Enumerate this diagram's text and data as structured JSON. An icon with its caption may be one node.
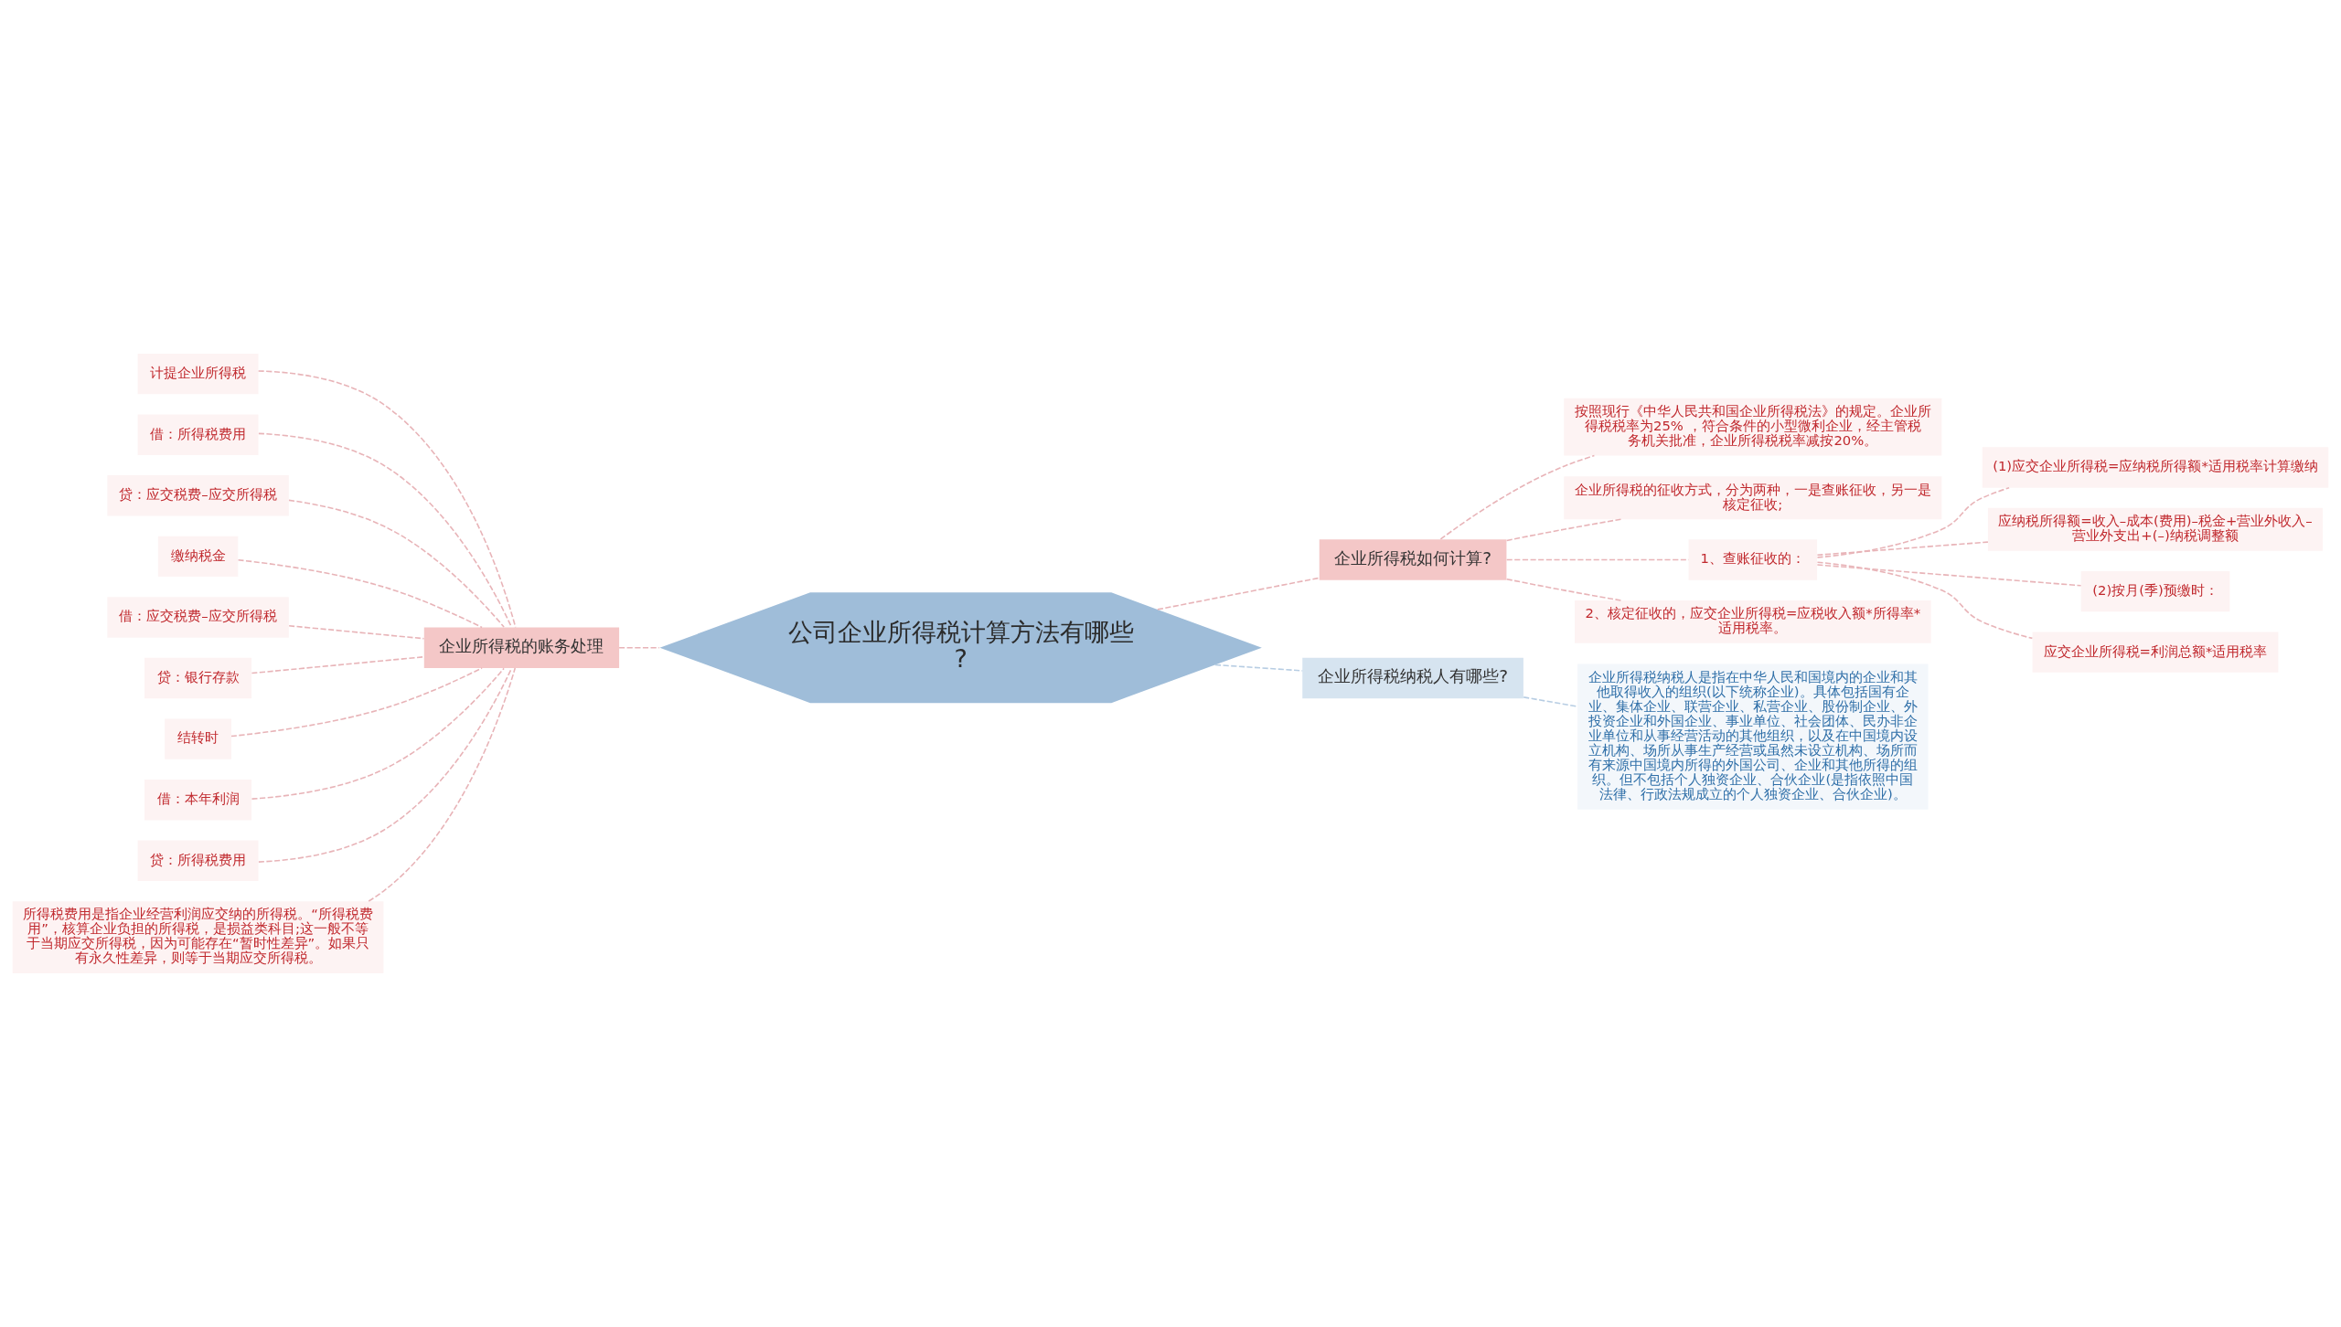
{
  "diagram": {
    "nodes": [
      {
        "text": [
          "公司企业所得税计算方法有哪些?"
        ]
      },
      {
        "text": [
          "企业所得税的账务处理"
        ]
      },
      {
        "text": [
          "计提企业所得税"
        ]
      },
      {
        "text": [
          "借：所得税费用"
        ]
      },
      {
        "text": [
          "贷：应交税费–应交所得税"
        ]
      },
      {
        "text": [
          "缴纳税金"
        ]
      },
      {
        "text": [
          "借：应交税费–应交所得税"
        ]
      },
      {
        "text": [
          "贷：银行存款"
        ]
      },
      {
        "text": [
          "结转时"
        ]
      },
      {
        "text": [
          "借：本年利润"
        ]
      },
      {
        "text": [
          "贷：所得税费用"
        ]
      },
      {
        "text": [
          "所得税费用是指企业经营利润应交纳的所得税。“所得税费用”，核算企业负担的所得税，是损益类科目;这一般不等于当期应交所得税，因为可能存在“暂时性差异”。如果只有永久性差异，则等于当期应交所得税。"
        ]
      },
      {
        "text": [
          "企业所得税如何计算?"
        ]
      },
      {
        "text": [
          "按照现行《中华人民共和国企业所得税法》的规定。企业所得税税率为25% ，符合条件的小型微利企业，经主管税务机关批准，企业所得税税率减按20%。"
        ]
      },
      {
        "text": [
          "企业所得税的征收方式，分为两种，一是查账征收，另一是核定征收;"
        ]
      },
      {
        "text": [
          "1、查账征收的："
        ]
      },
      {
        "text": [
          "(1)应交企业所得税=应纳税所得额*适用税率计算缴纳"
        ]
      },
      {
        "text": [
          "应纳税所得额=收入–成本(费用)–税金+营业外收入–营业外支出+(–)纳税调整额"
        ]
      },
      {
        "text": [
          "(2)按月(季)预缴时："
        ]
      },
      {
        "text": [
          "应交企业所得税=利润总额*适用税率"
        ]
      },
      {
        "text": [
          "2、核定征收的，应交企业所得税=应税收入额*所得率*适用税率。"
        ]
      },
      {
        "text": [
          "企业所得税纳税人有哪些?"
        ]
      },
      {
        "text": [
          "企业所得税纳税人是指在中华人民和国境内的企业和其他取得收入的组织(以下统称企业)。具体包括国有企业、集体企业、联营企业、私营企业、股份制企业、外投资企业和外国企业、事业单位、社会团体、民办非企业单位和从事经营活动的其他组织，以及在中国境内设立机构、场所从事生产经营或虽然未设立机构、场所而有来源中国境内所得的外国公司、企业和其他所得的组织。但不包括个人独资企业、合伙企业(是指依照中国法律、行政法规成立的个人独资企业、合伙企业)。"
        ]
      }
    ],
    "edges": [
      {
        "from": 0,
        "to": 1,
        "arrow": "none"
      },
      {
        "from": 1,
        "to": 2,
        "arrow": "none"
      },
      {
        "from": 1,
        "to": 3,
        "arrow": "none"
      },
      {
        "from": 1,
        "to": 4,
        "arrow": "none"
      },
      {
        "from": 1,
        "to": 5,
        "arrow": "none"
      },
      {
        "from": 1,
        "to": 6,
        "arrow": "none"
      },
      {
        "from": 1,
        "to": 7,
        "arrow": "none"
      },
      {
        "from": 1,
        "to": 8,
        "arrow": "none"
      },
      {
        "from": 1,
        "to": 9,
        "arrow": "none"
      },
      {
        "from": 1,
        "to": 10,
        "arrow": "none"
      },
      {
        "from": 1,
        "to": 11,
        "arrow": "none"
      },
      {
        "from": 0,
        "to": 12,
        "arrow": "none"
      },
      {
        "from": 12,
        "to": 13,
        "arrow": "none"
      },
      {
        "from": 12,
        "to": 14,
        "arrow": "none"
      },
      {
        "from": 12,
        "to": 15,
        "arrow": "none"
      },
      {
        "from": 15,
        "to": 16,
        "arrow": "none"
      },
      {
        "from": 15,
        "to": 17,
        "arrow": "none"
      },
      {
        "from": 15,
        "to": 18,
        "arrow": "none"
      },
      {
        "from": 15,
        "to": 19,
        "arrow": "none"
      },
      {
        "from": 12,
        "to": 20,
        "arrow": "none"
      },
      {
        "from": 0,
        "to": 21,
        "arrow": "none",
        "color": "#b7cde3"
      },
      {
        "from": 21,
        "to": 22,
        "arrow": "none",
        "color": "#b7cde3"
      }
    ]
  }
}
